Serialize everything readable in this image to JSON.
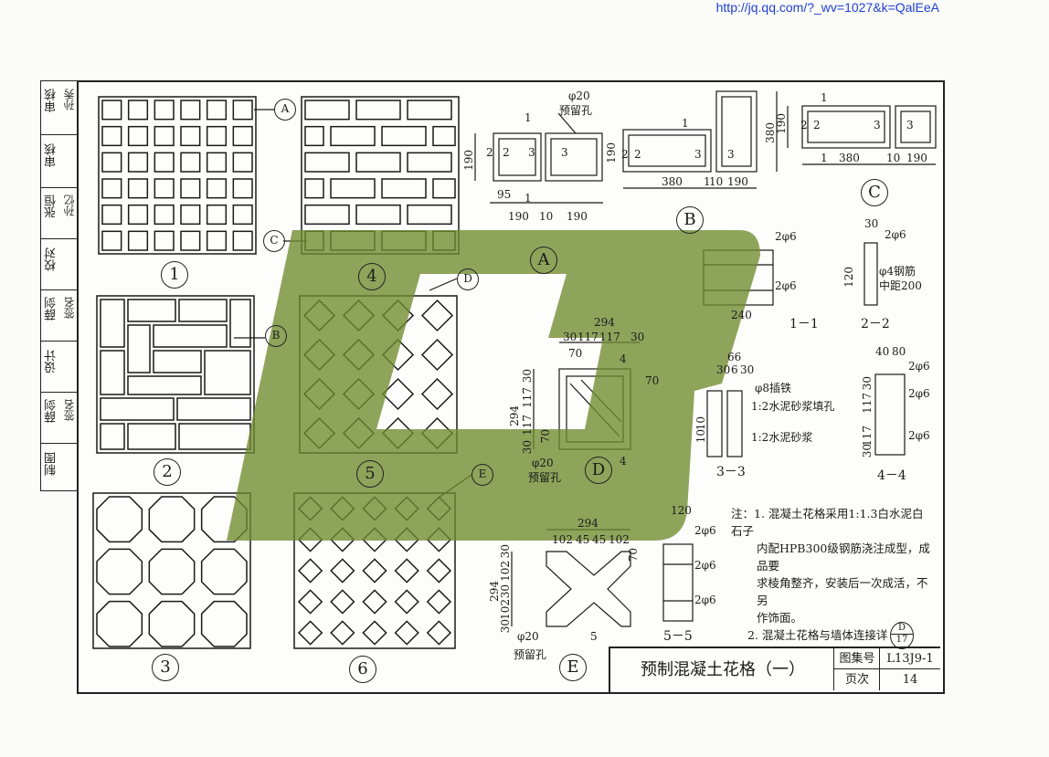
{
  "url": "http://jq.qq.com/?_wv=1027&k=QalEeA",
  "side_labels": [
    "审核",
    "审核",
    "张恒",
    "校对",
    "薛剑",
    "设计",
    "薛剑",
    "制图"
  ],
  "side_signatures": [
    "孙秀",
    "",
    "孙忆",
    "",
    "签名",
    "",
    "签名",
    ""
  ],
  "pattern_labels": [
    "1",
    "2",
    "3",
    "4",
    "5",
    "6"
  ],
  "detail_labels": [
    "A",
    "B",
    "C",
    "D",
    "E"
  ],
  "callouts": [
    "A",
    "B",
    "C",
    "D",
    "E"
  ],
  "section_labels": [
    "1－1",
    "2－2",
    "3－3",
    "4－4",
    "5－5"
  ],
  "detail_a": {
    "hole": "φ20",
    "hole_note": "预留孔",
    "dims": [
      "190",
      "95",
      "190",
      "10",
      "190"
    ],
    "marks": [
      "1",
      "2",
      "2",
      "3",
      "3",
      "1"
    ]
  },
  "detail_b": {
    "dims": [
      "190",
      "380",
      "10",
      "190",
      "380"
    ],
    "marks": [
      "1",
      "2",
      "2",
      "3",
      "3",
      "1"
    ]
  },
  "detail_c": {
    "dims": [
      "190",
      "380",
      "10",
      "190"
    ],
    "marks": [
      "1",
      "2",
      "2",
      "3",
      "3",
      "1"
    ]
  },
  "detail_d": {
    "dims_top": [
      "294",
      "30",
      "117",
      "117",
      "30",
      "70",
      "4",
      "70"
    ],
    "dims_left": [
      "294",
      "30",
      "117",
      "117",
      "30",
      "70"
    ],
    "hole": "φ20",
    "hole_note": "预留孔",
    "mark": "4"
  },
  "detail_e": {
    "dims_top": [
      "294",
      "102",
      "45",
      "45",
      "102"
    ],
    "dims_left": [
      "294",
      "30",
      "102",
      "30",
      "102",
      "30"
    ],
    "hole": "φ20",
    "hole_note": "预留孔",
    "mark": "5",
    "dim70": "70"
  },
  "sec11": {
    "rebar": [
      "2φ6",
      "2φ6"
    ],
    "dim": "240"
  },
  "sec22": {
    "rebar": "2φ6",
    "dims": [
      "30",
      "120"
    ],
    "note1": "φ4钢筋",
    "note2": "中距200"
  },
  "sec33": {
    "dims": [
      "66",
      "30",
      "6",
      "30",
      "10",
      "10"
    ],
    "n1": "φ8插铁",
    "n2": "1:2水泥砂浆填孔",
    "n3": "1:2水泥砂浆"
  },
  "sec44": {
    "dims": [
      "40",
      "80",
      "30",
      "117",
      "117",
      "30"
    ],
    "rebar": [
      "2φ6",
      "2φ6",
      "2φ6"
    ]
  },
  "sec55": {
    "dims": [
      "120",
      "70"
    ],
    "rebar": [
      "2φ6",
      "2φ6",
      "2φ6"
    ]
  },
  "notes": {
    "prefix": "注：",
    "n1": "1. 混凝土花格采用1:1.3白水泥白石子",
    "n1b": "内配HPB300级钢筋浇注成型，成品要",
    "n1c": "求棱角整齐，安装后一次成活，不另",
    "n1d": "作饰面。",
    "n2": "2. 混凝土花格与墙体连接详",
    "ref_top": "D",
    "ref_bot": "17"
  },
  "title_block": {
    "title": "预制混凝土花格（一）",
    "atlas_label": "图集号",
    "atlas_value": "L13J9-1",
    "page_label": "页次",
    "page_value": "14"
  },
  "watermark_color": "#6f8a2e"
}
